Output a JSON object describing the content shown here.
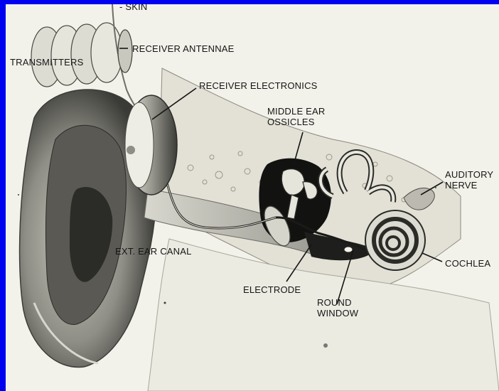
{
  "slide": {
    "background_color": "#0000f0",
    "photo_background": "#f3f2ea"
  },
  "labels": {
    "skin": "- SKIN",
    "transmitters": "TRANSMITTERS",
    "receiver_antennae": "RECEIVER ANTENNAE",
    "receiver_electronics": "RECEIVER ELECTRONICS",
    "middle_ear_ossicles": [
      "MIDDLE EAR",
      "OSSICLES"
    ],
    "auditory_nerve": [
      "AUDITORY",
      "NERVE"
    ],
    "ext_ear_canal": "EXT. EAR CANAL",
    "cochlea": "COCHLEA",
    "electrode": "ELECTRODE",
    "round_window": [
      "ROUND",
      "WINDOW"
    ]
  }
}
